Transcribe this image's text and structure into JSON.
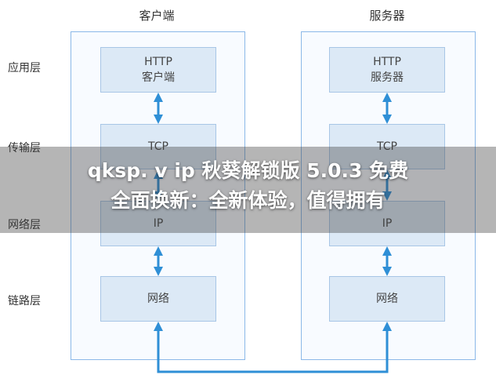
{
  "columns": {
    "client": "客户端",
    "server": "服务器"
  },
  "layers": {
    "application": "应用层",
    "transport": "传输层",
    "network": "网络层",
    "link": "链路层"
  },
  "client_boxes": {
    "http_line1": "HTTP",
    "http_line2": "客户端",
    "tcp": "TCP",
    "ip": "IP",
    "net": "网络"
  },
  "server_boxes": {
    "http_line1": "HTTP",
    "http_line2": "服务器",
    "tcp": "TCP",
    "ip": "IP",
    "net": "网络"
  },
  "overlay": {
    "line1": "qksp. v ip 秋葵解锁版 5.0.3 免费",
    "line2": "全面换新：全新体验，值得拥有"
  },
  "colors": {
    "arrow": "#2f8fd6",
    "box_fill": "#dce9f6",
    "panel_border": "#8bb8e8"
  }
}
